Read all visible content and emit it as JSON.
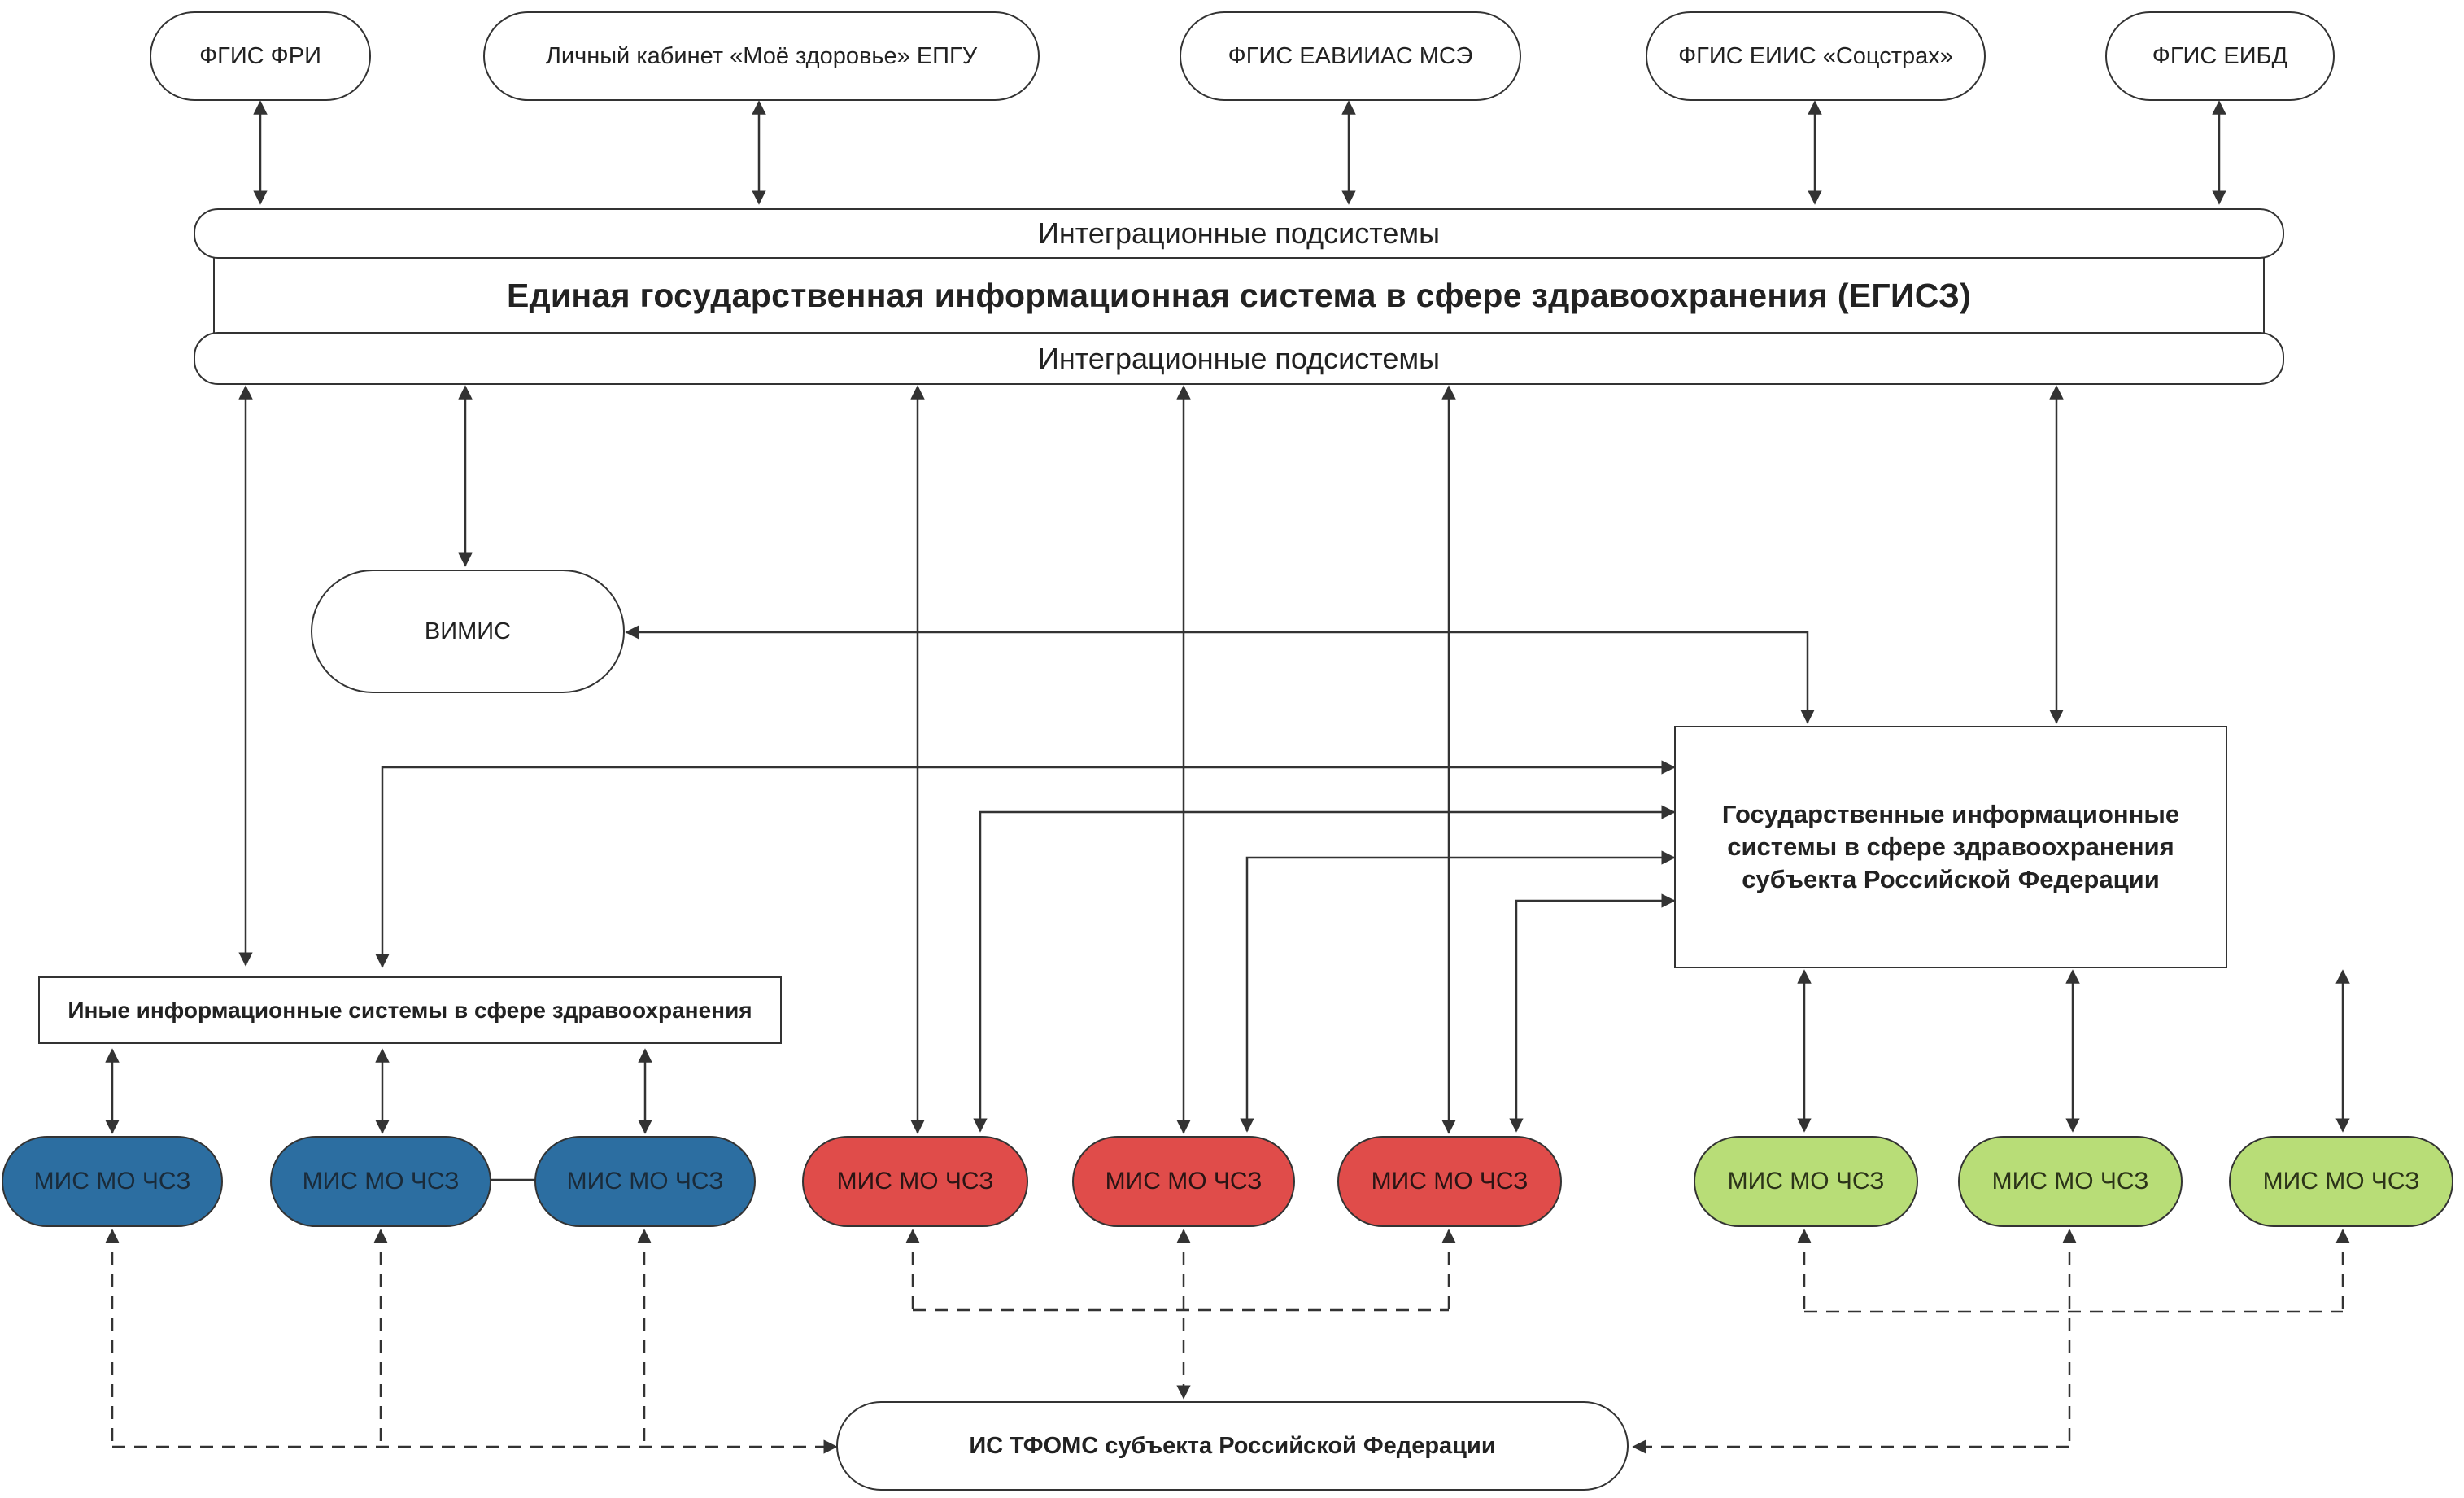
{
  "top_systems": [
    {
      "id": "fri",
      "label": "ФГИС ФРИ"
    },
    {
      "id": "lk",
      "label": "Личный кабинет «Моё здоровье» ЕПГУ"
    },
    {
      "id": "eaviias",
      "label": "ФГИС ЕАВИИАС МСЭ"
    },
    {
      "id": "eiis",
      "label": "ФГИС ЕИИС «Соцстрах»"
    },
    {
      "id": "eibd",
      "label": "ФГИС ЕИБД"
    }
  ],
  "egisz": {
    "integration_top": "Интеграционные подсистемы",
    "title": "Единая государственная информационная система в сфере здравоохранения (ЕГИСЗ)",
    "integration_bottom": "Интеграционные подсистемы"
  },
  "vimis": "ВИМИС",
  "regional_gis": "Государственные информационные системы в сфере здравоохранения субъекта Российской Федерации",
  "other_is": "Иные информационные системы в сфере здравоохранения",
  "mis_blue": [
    {
      "label": "МИС МО ЧСЗ"
    },
    {
      "label": "МИС МО ЧСЗ"
    },
    {
      "label": "МИС МО ЧСЗ"
    }
  ],
  "mis_red": [
    {
      "label": "МИС МО ЧСЗ"
    },
    {
      "label": "МИС МО ЧСЗ"
    },
    {
      "label": "МИС МО ЧСЗ"
    }
  ],
  "mis_green": [
    {
      "label": "МИС МО ЧСЗ"
    },
    {
      "label": "МИС МО ЧСЗ"
    },
    {
      "label": "МИС МО ЧСЗ"
    }
  ],
  "tfoms": "ИС ТФОМС субъекта Российской Федерации",
  "colors": {
    "blue": "#2c6ea1",
    "red": "#e04c4a",
    "green": "#b8dd77",
    "line": "#333333"
  }
}
